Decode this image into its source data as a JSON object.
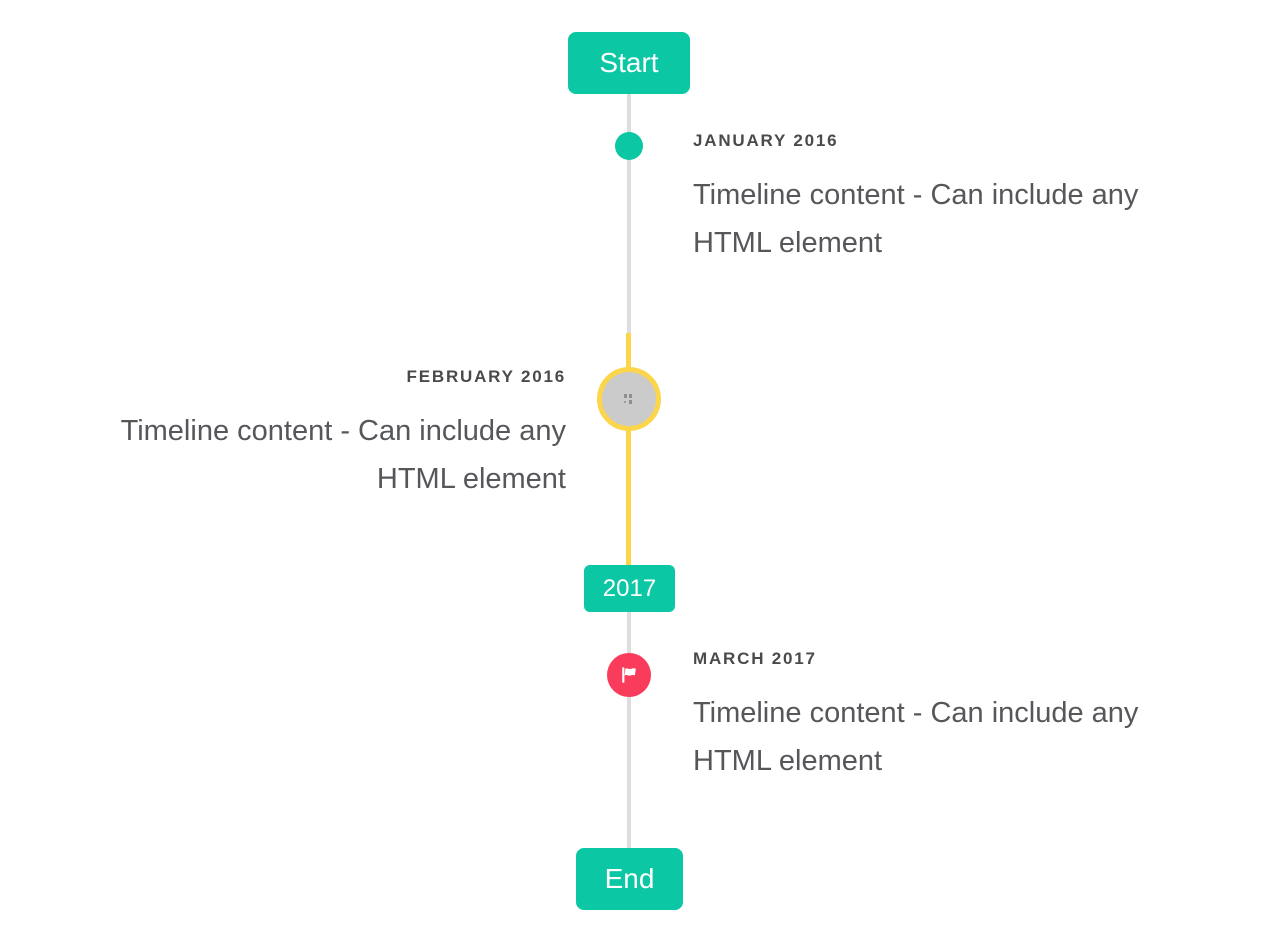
{
  "colors": {
    "accent_teal": "#0bc7a4",
    "accent_yellow": "#fbd54a",
    "accent_red": "#fa3c5c",
    "line_gray": "#dddddd",
    "title_text": "#4a4a4a",
    "content_text": "#55575a",
    "image_circle_fill": "#cbcbcb"
  },
  "timeline": {
    "start_flag_label": "Start",
    "year_flag_label": "2017",
    "end_flag_label": "End",
    "items": [
      {
        "title": "JANUARY 2016",
        "content": "Timeline content - Can include any HTML element",
        "side": "right",
        "marker": "teal-dot"
      },
      {
        "title": "FEBRUARY 2016",
        "content": "Timeline content - Can include any HTML element",
        "side": "left",
        "marker": "image-circle-broken-image"
      },
      {
        "title": "MARCH 2017",
        "content": "Timeline content - Can include any HTML element",
        "side": "right",
        "marker": "red-flag-dot"
      }
    ]
  }
}
